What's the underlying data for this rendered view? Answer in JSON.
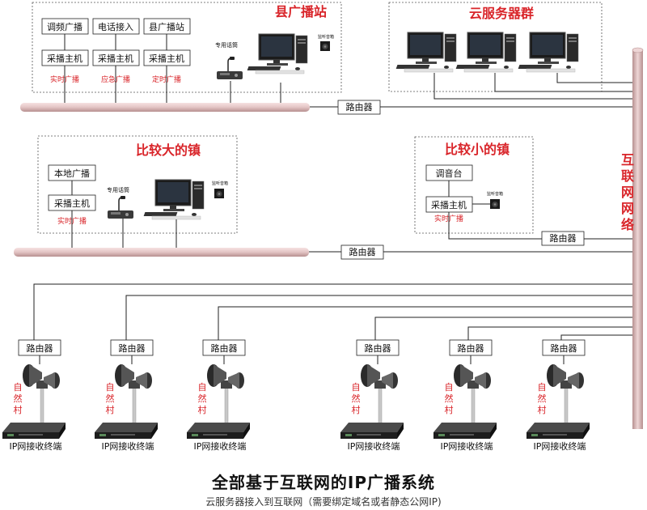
{
  "county": {
    "title": "县广播站",
    "boxes_top": [
      "调频广播",
      "电话接入",
      "县广播站"
    ],
    "boxes_host": [
      "采播主机",
      "采播主机",
      "采播主机"
    ],
    "red_labels": [
      "实时广播",
      "应急广播",
      "定时广播"
    ],
    "mic_label": "专用话筒",
    "speaker_label": "监听音箱"
  },
  "cloud": {
    "title": "云服务器群"
  },
  "router_label": "路由器",
  "internet_label": [
    "互",
    "联",
    "网",
    "网",
    "络"
  ],
  "big_town": {
    "title": "比较大的镇",
    "box_top": "本地广播",
    "box_host": "采播主机",
    "red_label": "实时广播",
    "mic_label": "专用话筒",
    "speaker_label": "监听音箱"
  },
  "small_town": {
    "title": "比较小的镇",
    "box_top": "调音台",
    "box_host": "采播主机",
    "red_label": "实时广播",
    "speaker_label": "监听音箱"
  },
  "village": {
    "label": [
      "自",
      "然",
      "村"
    ],
    "terminal_label": "IP网接收终端"
  },
  "footer": {
    "title": "全部基于互联网的IP广播系统",
    "subtitle": "云服务器接入到互联网（需要绑定域名或者静态公网IP)"
  }
}
